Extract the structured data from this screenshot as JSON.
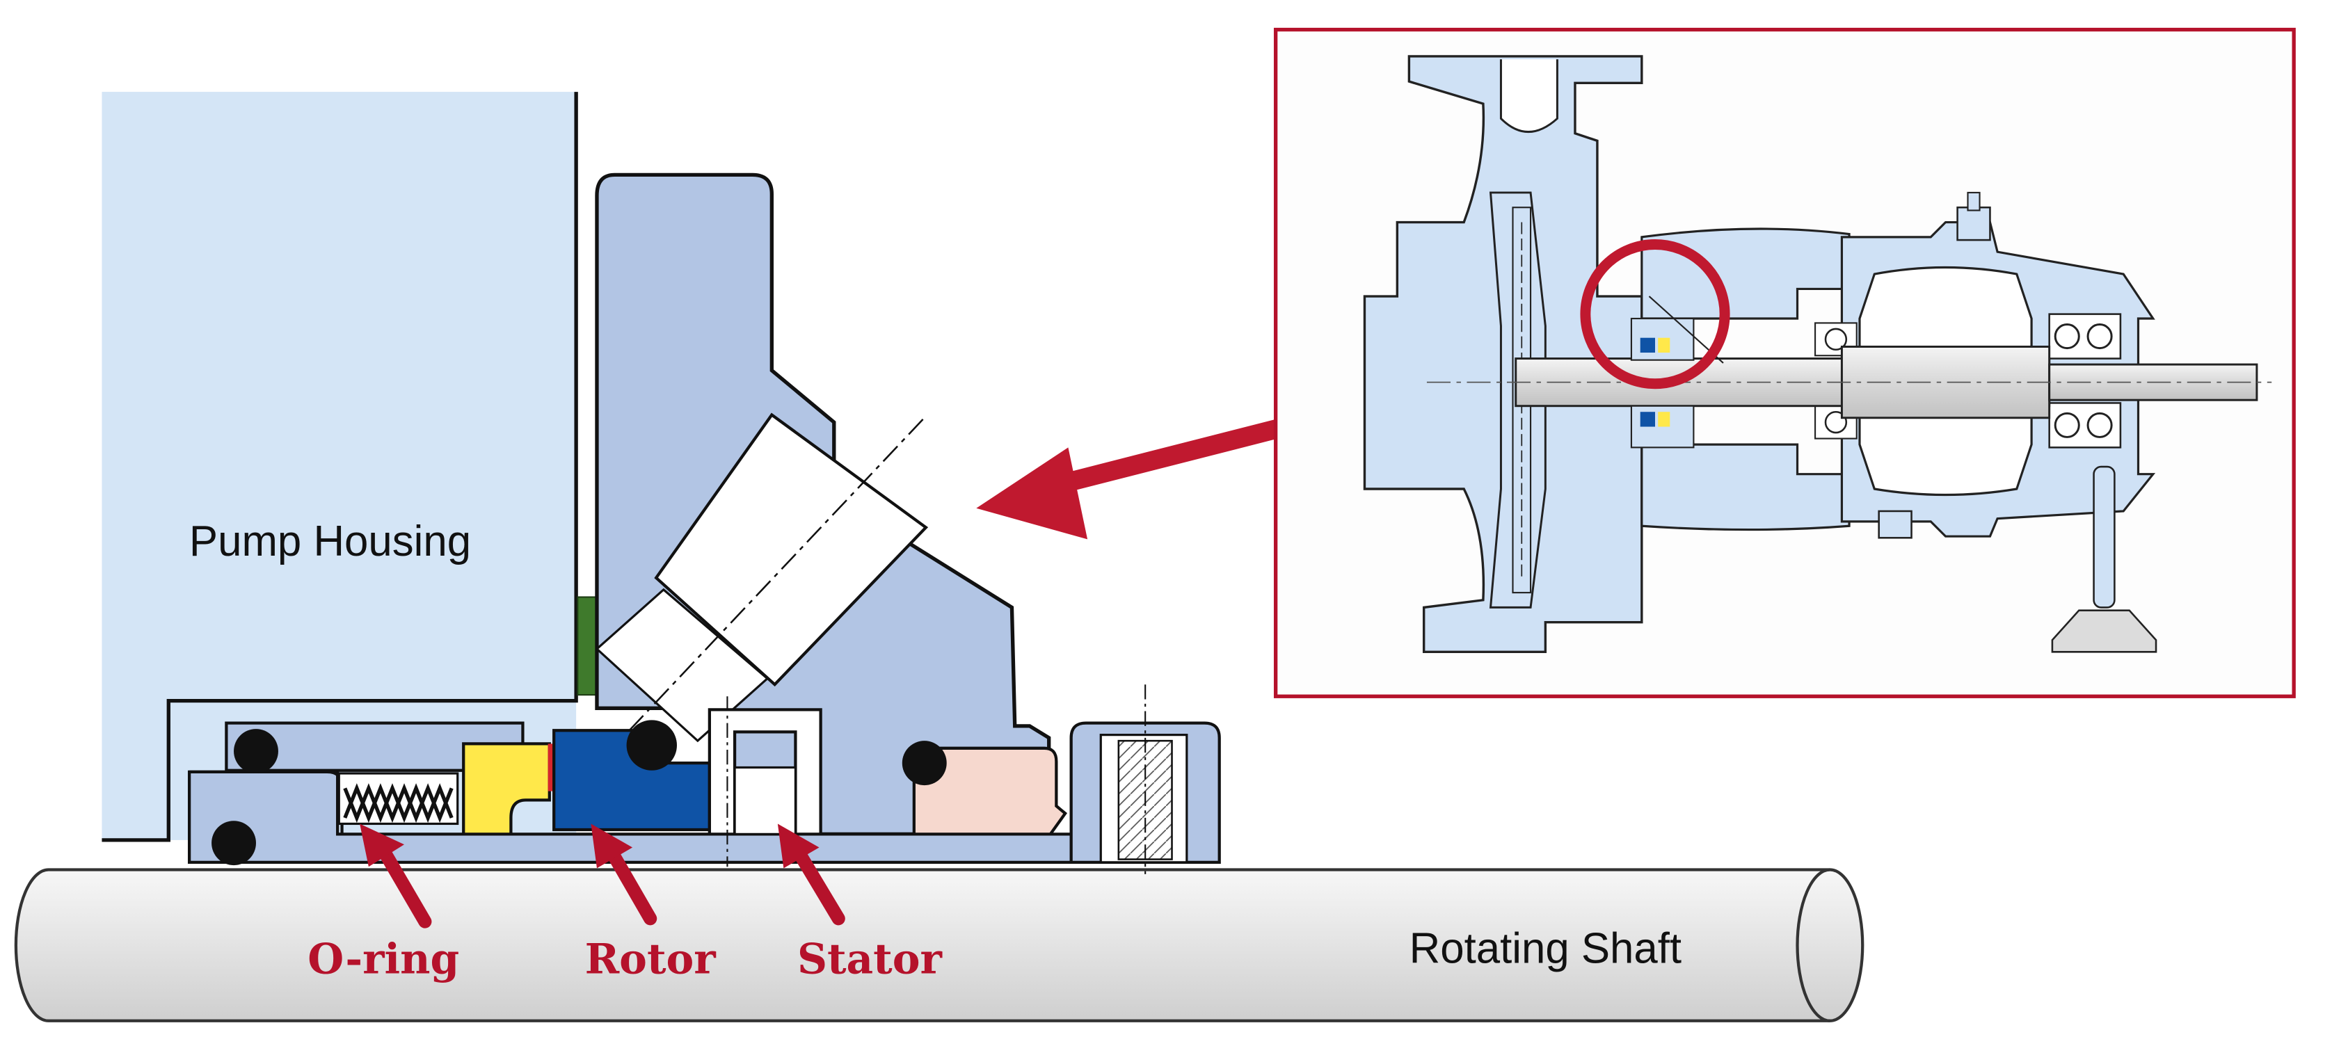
{
  "labels": {
    "pump_housing": "Pump Housing",
    "rotating_shaft": "Rotating Shaft",
    "o_ring": "O-ring",
    "rotor": "Rotor",
    "stator": "Stator"
  },
  "colors": {
    "housing_light": "#d4e5f6",
    "gland_blue": "#b2c5e4",
    "rotor_blue": "#0f53a6",
    "spring_face_yellow": "#ffe84a",
    "bushing_peach": "#f6d8ce",
    "gasket_green": "#3f7a2c",
    "accent_red": "#b5122b",
    "inset_blue": "#cfe1f5",
    "shaft_gray": "#e4e4e4",
    "outline": "#1a1a1a"
  }
}
